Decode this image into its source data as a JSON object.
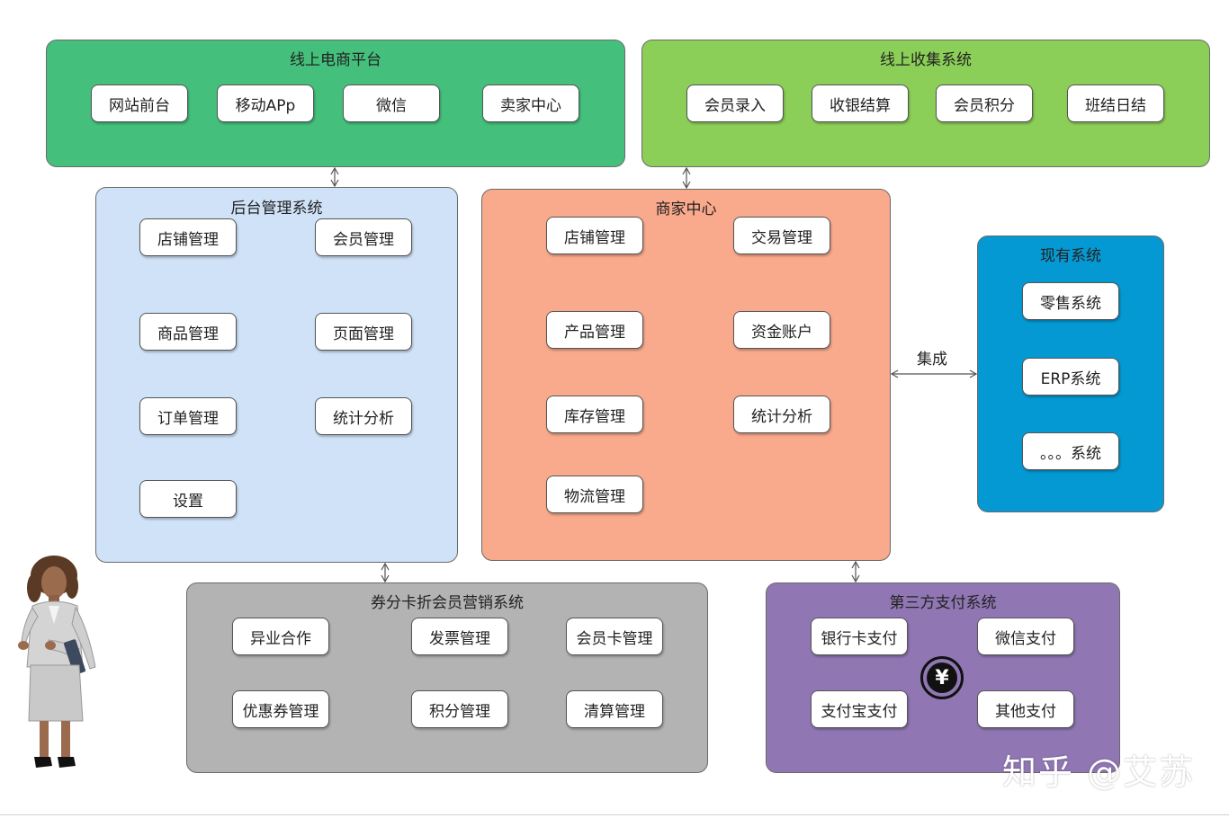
{
  "colors": {
    "online_ecommerce": "#44c07c",
    "online_collection": "#8ccf58",
    "backend": "#cfe2f7",
    "merchant": "#f9a98c",
    "existing": "#0499d3",
    "marketing": "#b3b3b3",
    "payment": "#9077b4"
  },
  "groups": {
    "online_ecommerce": {
      "title": "线上电商平台",
      "items": [
        "网站前台",
        "移动APp",
        "微信",
        "卖家中心"
      ]
    },
    "online_collection": {
      "title": "线上收集系统",
      "items": [
        "会员录入",
        "收银结算",
        "会员积分",
        "班结日结"
      ]
    },
    "backend": {
      "title": "后台管理系统",
      "items": [
        "店铺管理",
        "会员管理",
        "商品管理",
        "页面管理",
        "订单管理",
        "统计分析",
        "设置"
      ]
    },
    "merchant": {
      "title": "商家中心",
      "items": [
        "店铺管理",
        "交易管理",
        "产品管理",
        "资金账户",
        "库存管理",
        "统计分析",
        "物流管理"
      ]
    },
    "existing": {
      "title": "现有系统",
      "items": [
        "零售系统",
        "ERP系统",
        "。。。系统"
      ]
    },
    "marketing": {
      "title": "券分卡折会员营销系统",
      "items": [
        "异业合作",
        "发票管理",
        "会员卡管理",
        "优惠券管理",
        "积分管理",
        "清算管理"
      ]
    },
    "payment": {
      "title": "第三方支付系统",
      "items": [
        "银行卡支付",
        "微信支付",
        "支付宝支付",
        "其他支付"
      ]
    }
  },
  "edges": {
    "integration_label": "集成"
  },
  "icons": {
    "payment": "yen-coin-icon",
    "figure": "businesswoman-figure"
  },
  "watermark": "知乎 @艾苏"
}
